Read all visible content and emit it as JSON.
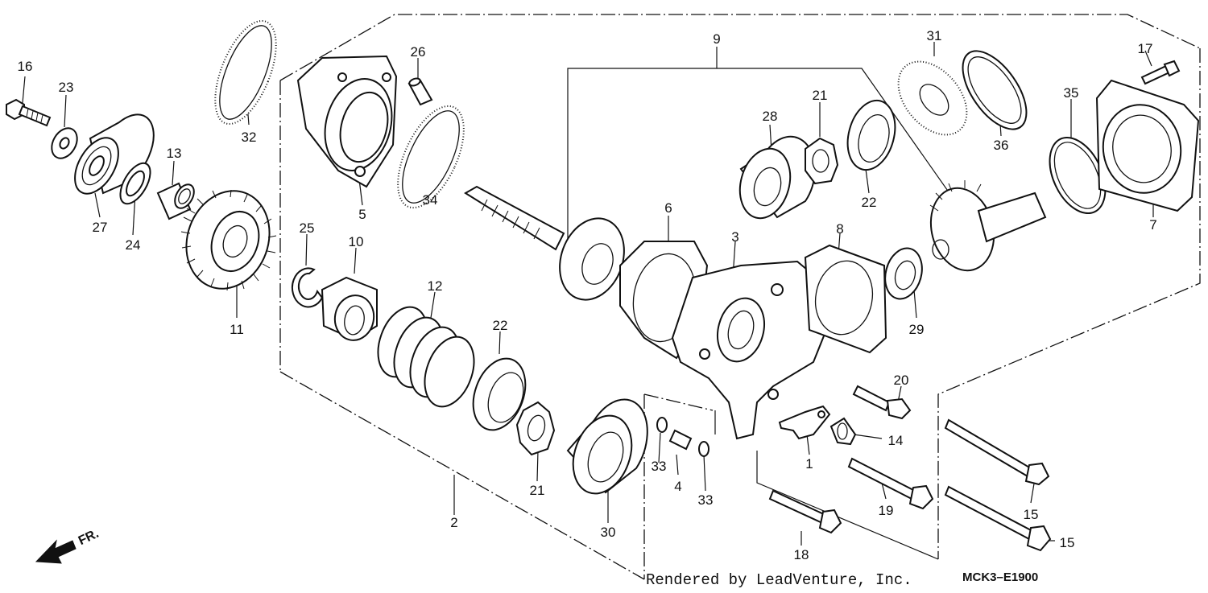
{
  "diagram": {
    "labels": [
      "1",
      "2",
      "3",
      "4",
      "5",
      "6",
      "7",
      "8",
      "9",
      "10",
      "11",
      "12",
      "13",
      "14",
      "15",
      "15",
      "16",
      "17",
      "18",
      "19",
      "20",
      "21",
      "21",
      "22",
      "22",
      "23",
      "24",
      "25",
      "26",
      "27",
      "28",
      "29",
      "30",
      "31",
      "32",
      "33",
      "33",
      "34",
      "35",
      "36"
    ],
    "direction_arrow": "FR.",
    "credit": "Rendered by LeadVenture, Inc.",
    "diagram_code": "MCK3–E1900"
  }
}
